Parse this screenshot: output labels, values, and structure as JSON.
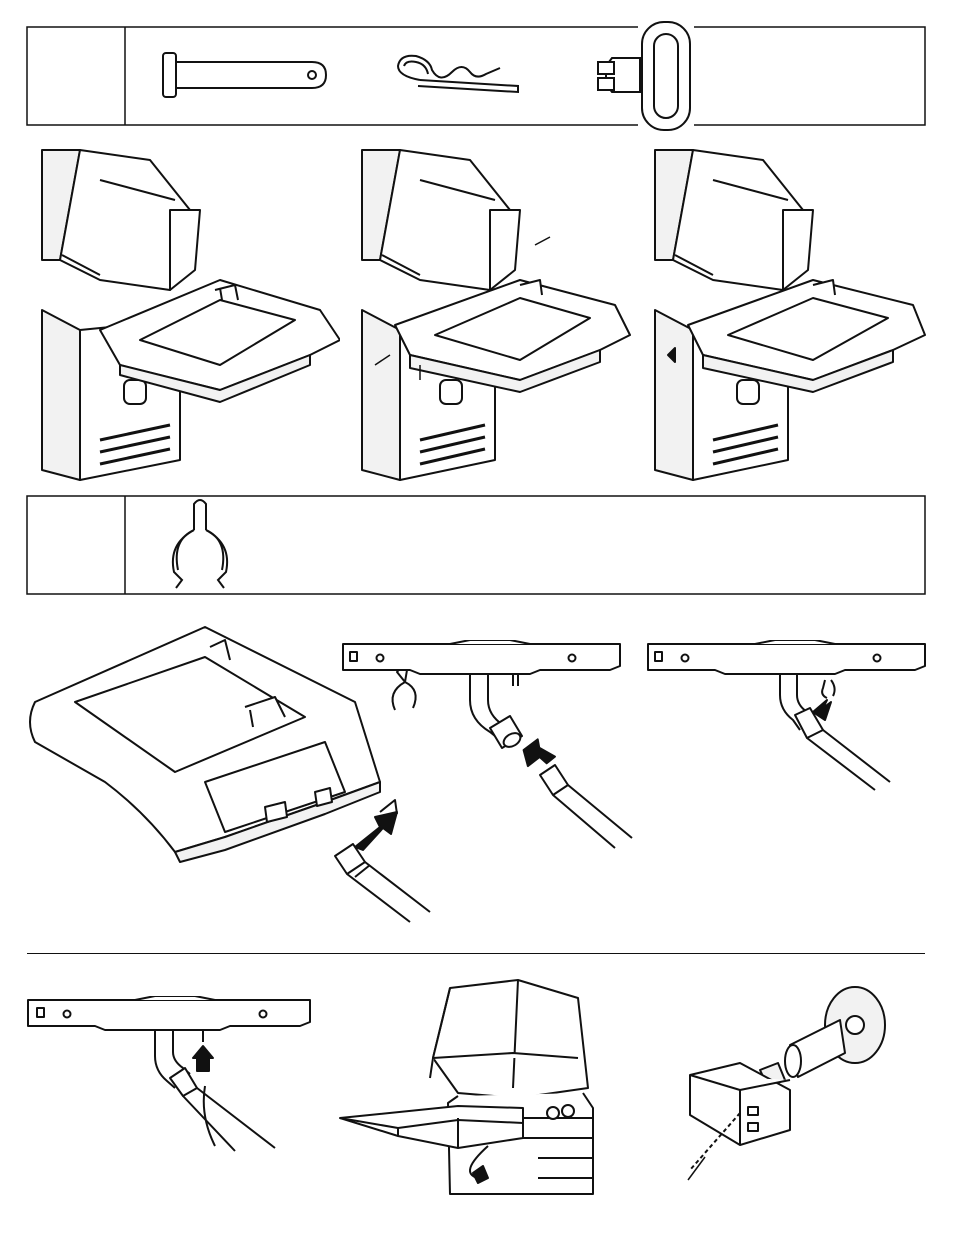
{
  "page": {
    "background": "#ffffff",
    "line_color": "#111111",
    "figure_fill": "#f2f2f2"
  },
  "parts_boxes": [
    {
      "name": "hardware-parts-box",
      "icons": [
        "clevis-pin-icon",
        "hair-pin-cotter-icon",
        "push-rivet-icon"
      ]
    },
    {
      "name": "hose-clip-parts-box",
      "icons": [
        "hose-retaining-clip-icon"
      ]
    }
  ],
  "figures": [
    {
      "name": "side-shelf-step-1",
      "icon": "grill-with-side-shelf-icon"
    },
    {
      "name": "side-shelf-step-2",
      "icon": "insert-pins-icon"
    },
    {
      "name": "side-shelf-step-3",
      "icon": "install-rivets-icon"
    },
    {
      "name": "side-burner-hose-clip",
      "icon": "side-burner-and-hose-icon"
    },
    {
      "name": "hose-connect-step-1",
      "icon": "hose-insertion-icon"
    },
    {
      "name": "hose-connect-step-2",
      "icon": "clip-attach-icon"
    },
    {
      "name": "igniter-wire-step",
      "icon": "igniter-wire-icon"
    },
    {
      "name": "assembled-grill-view",
      "icon": "assembled-grill-icon"
    },
    {
      "name": "ignition-module-view",
      "icon": "ignition-module-icon"
    }
  ]
}
